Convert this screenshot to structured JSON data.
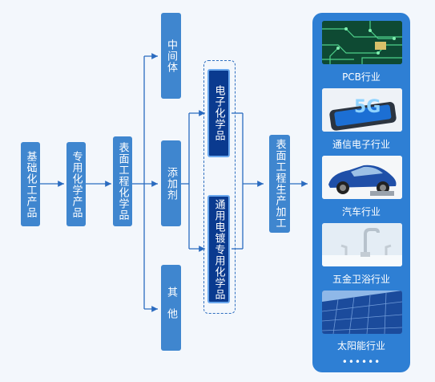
{
  "flow": {
    "step1": "基础化工产品",
    "step2": "专用化学产品",
    "step3": "表面工程化学品",
    "branch_top": "中间体",
    "branch_mid": "添加剂",
    "branch_bottom": "其他",
    "chem_a": "电子化学品",
    "chem_b": "通用电镀专用化学品",
    "process": "表面工程生产加工"
  },
  "industries": [
    {
      "label": "PCB行业",
      "icon": "pcb-icon"
    },
    {
      "label": "通信电子行业",
      "icon": "5g-phone-icon"
    },
    {
      "label": "汽车行业",
      "icon": "car-icon"
    },
    {
      "label": "五金卫浴行业",
      "icon": "faucet-icon"
    },
    {
      "label": "太阳能行业",
      "icon": "solar-panel-icon"
    }
  ],
  "more": "••••••",
  "colors": {
    "box": "#3f86cf",
    "dark_box": "#0a3a8f",
    "panel": "#2e7fd4",
    "line": "#2a6bc0"
  }
}
